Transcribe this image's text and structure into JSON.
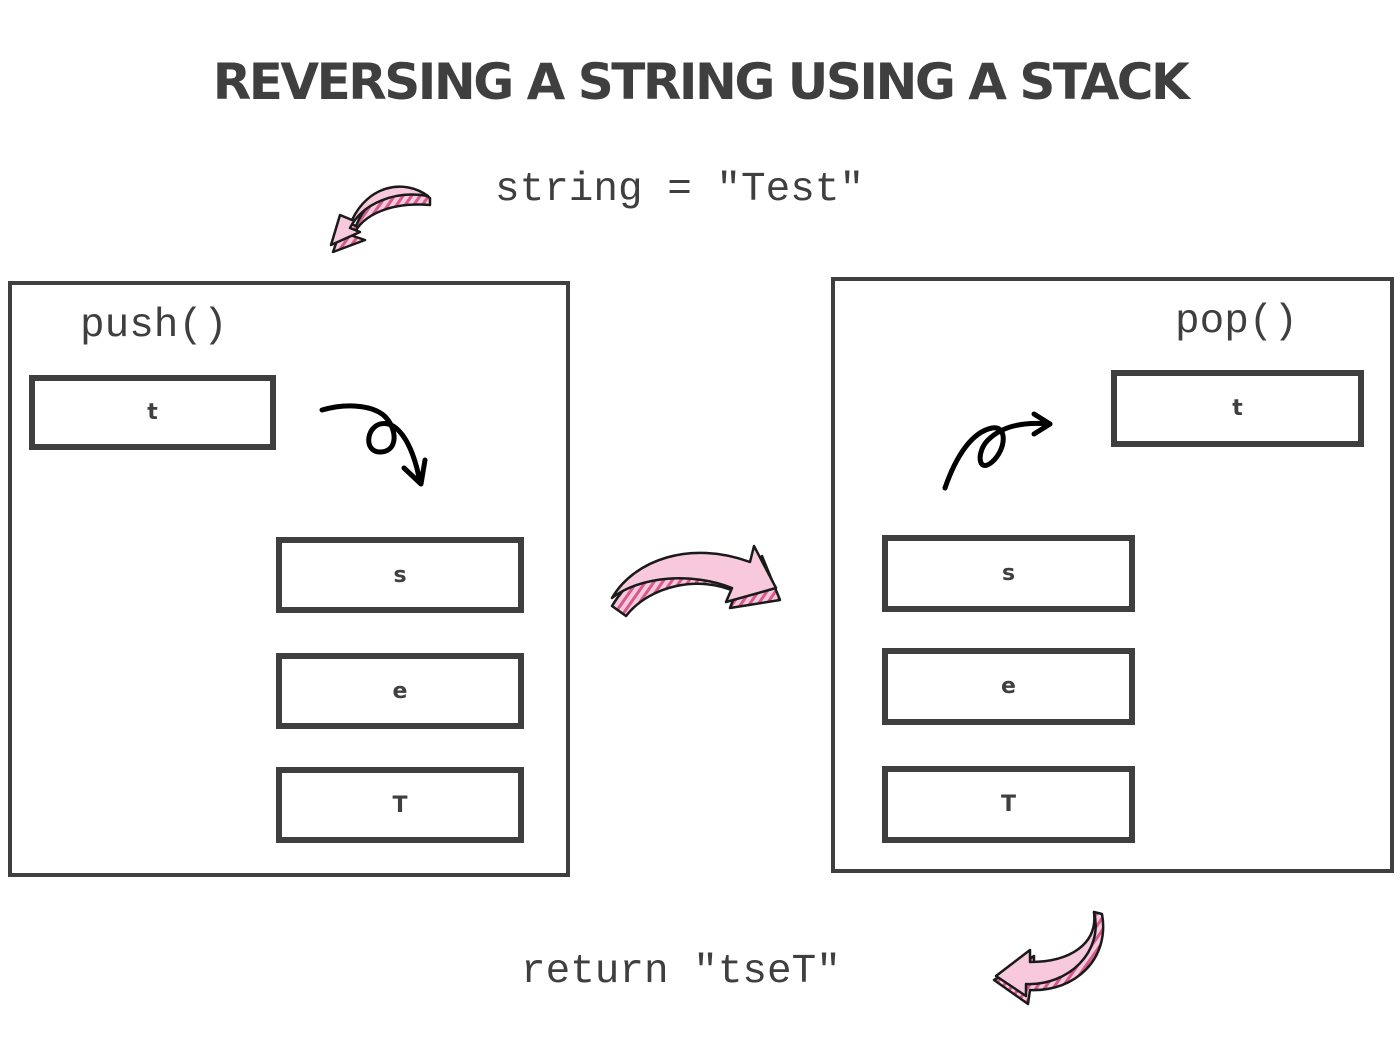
{
  "title": "REVERSING A STRING USING A STACK",
  "input_code": "string = \"Test\"",
  "output_code": "return \"tseT\"",
  "push_panel": {
    "label": "push()",
    "incoming": "t",
    "stack": [
      "s",
      "e",
      "T"
    ]
  },
  "pop_panel": {
    "label": "pop()",
    "outgoing": "t",
    "stack": [
      "s",
      "e",
      "T"
    ]
  },
  "colors": {
    "ink": "#3f3f3f",
    "arrow_fill": "#f8c8dc",
    "arrow_stripe": "#d65a8c"
  },
  "icons": [
    "pink-curved-arrow-icon",
    "black-loop-arrow-icon"
  ]
}
